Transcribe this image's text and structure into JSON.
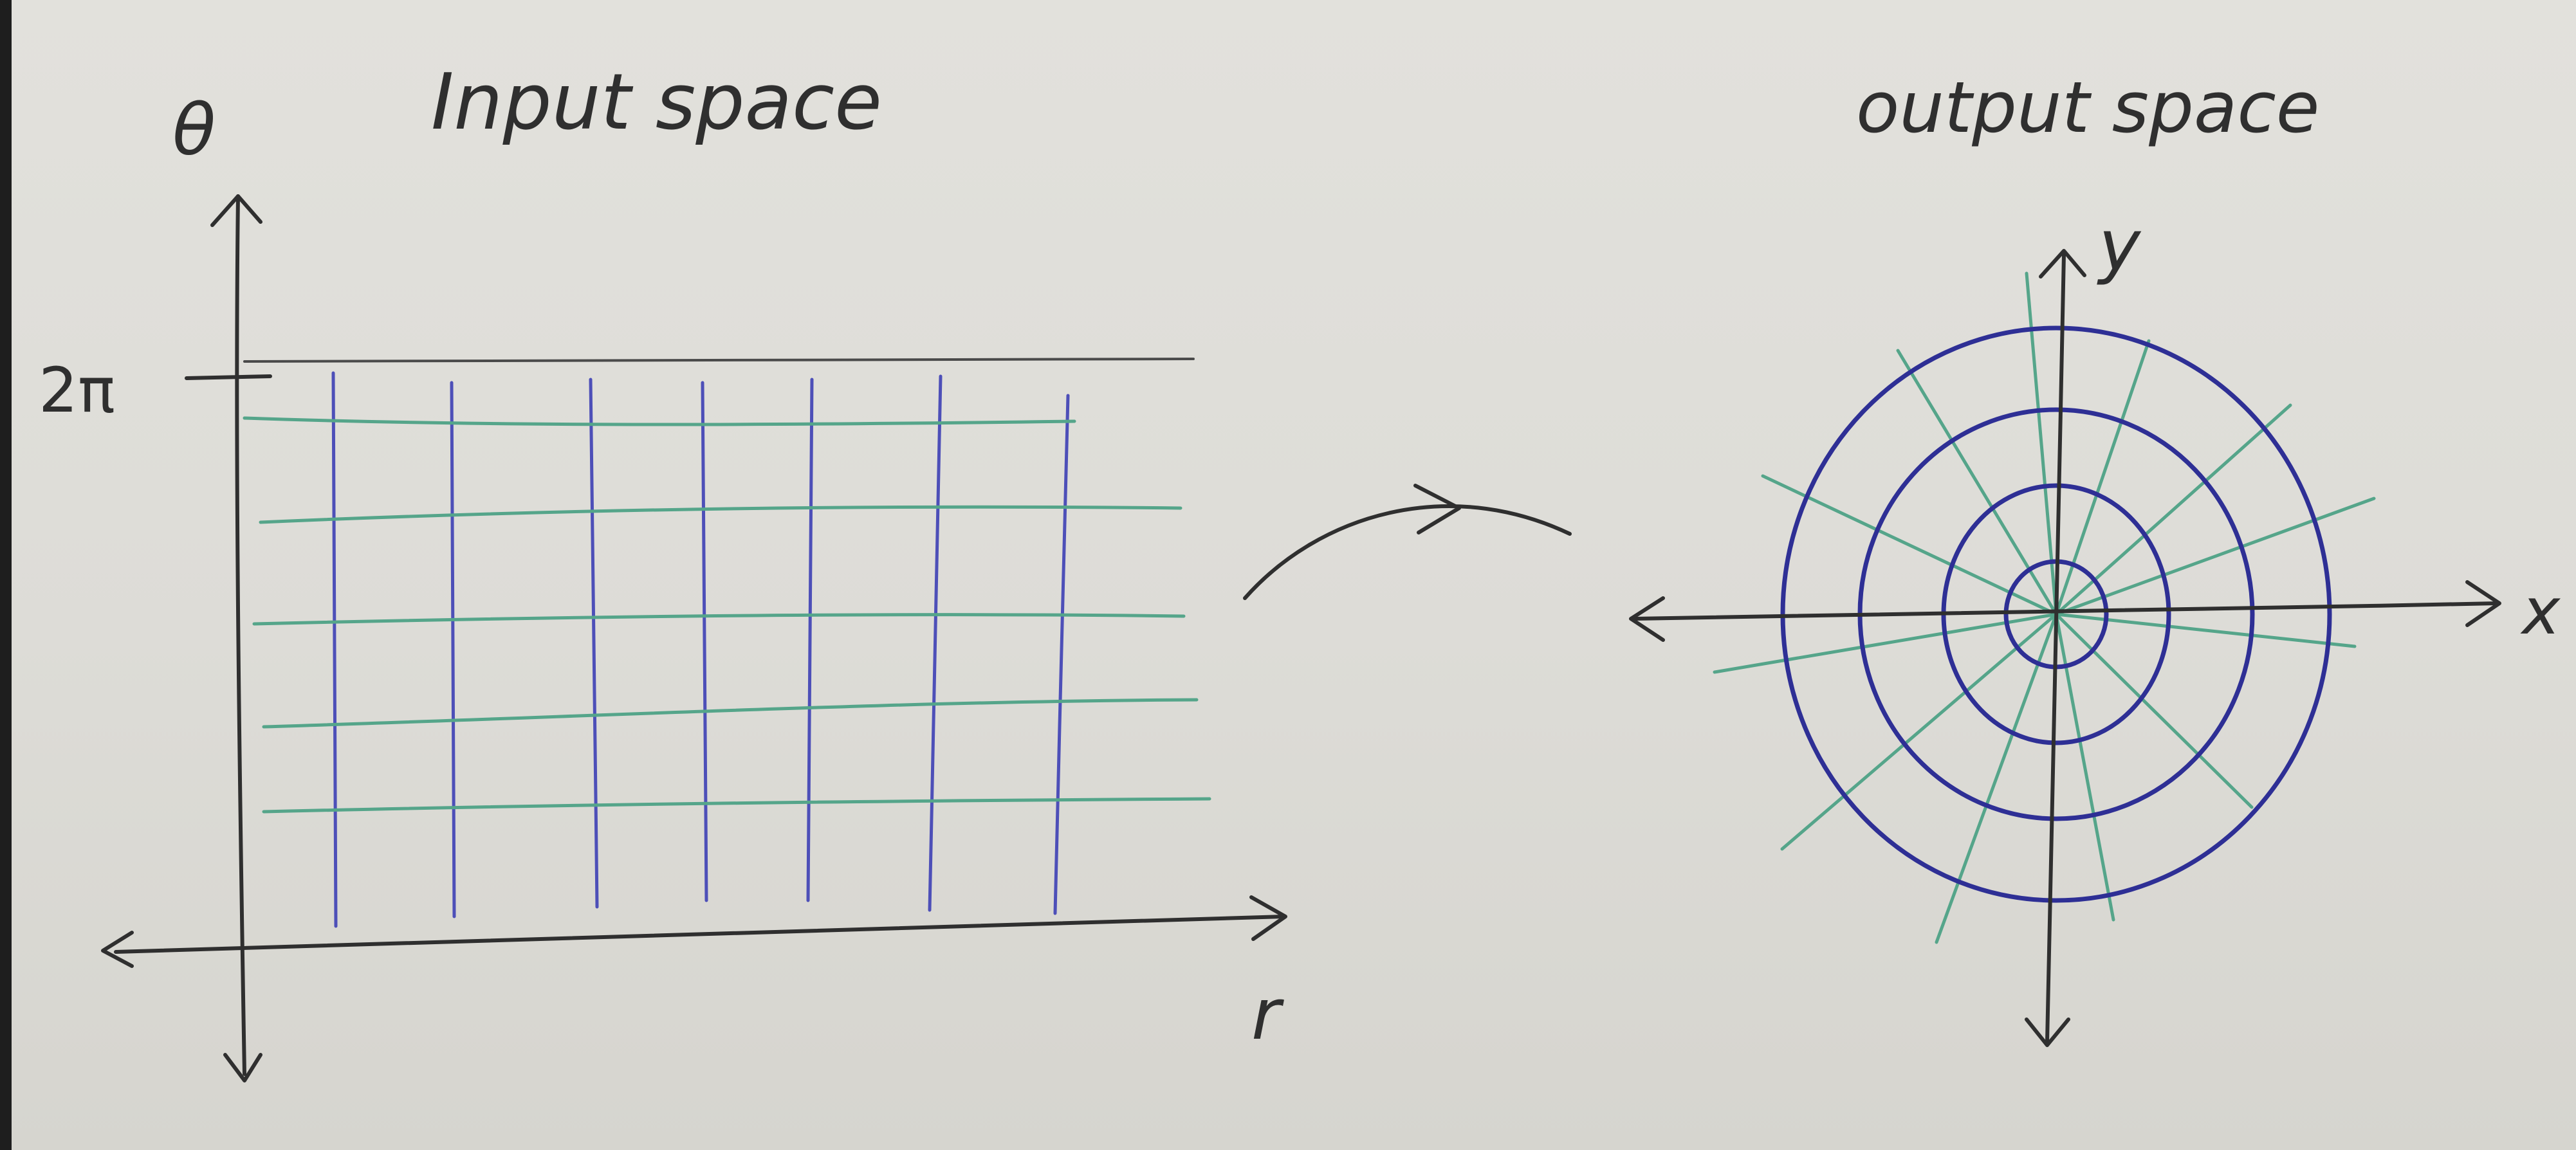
{
  "input_panel": {
    "title": "Input space",
    "y_axis_label": "θ",
    "y_tick_label": "2π",
    "x_axis_label": "r"
  },
  "output_panel": {
    "title": "output space",
    "y_axis_label": "y",
    "x_axis_label": "x"
  },
  "colors": {
    "ink": "#2f2f2f",
    "r_lines": "#4d4fb8",
    "theta_lines": "#55a58a",
    "circles": "#2e2f95",
    "paper": "#e0dfda"
  },
  "icons": {
    "mapping_arrow": "curved-arrow-icon"
  }
}
